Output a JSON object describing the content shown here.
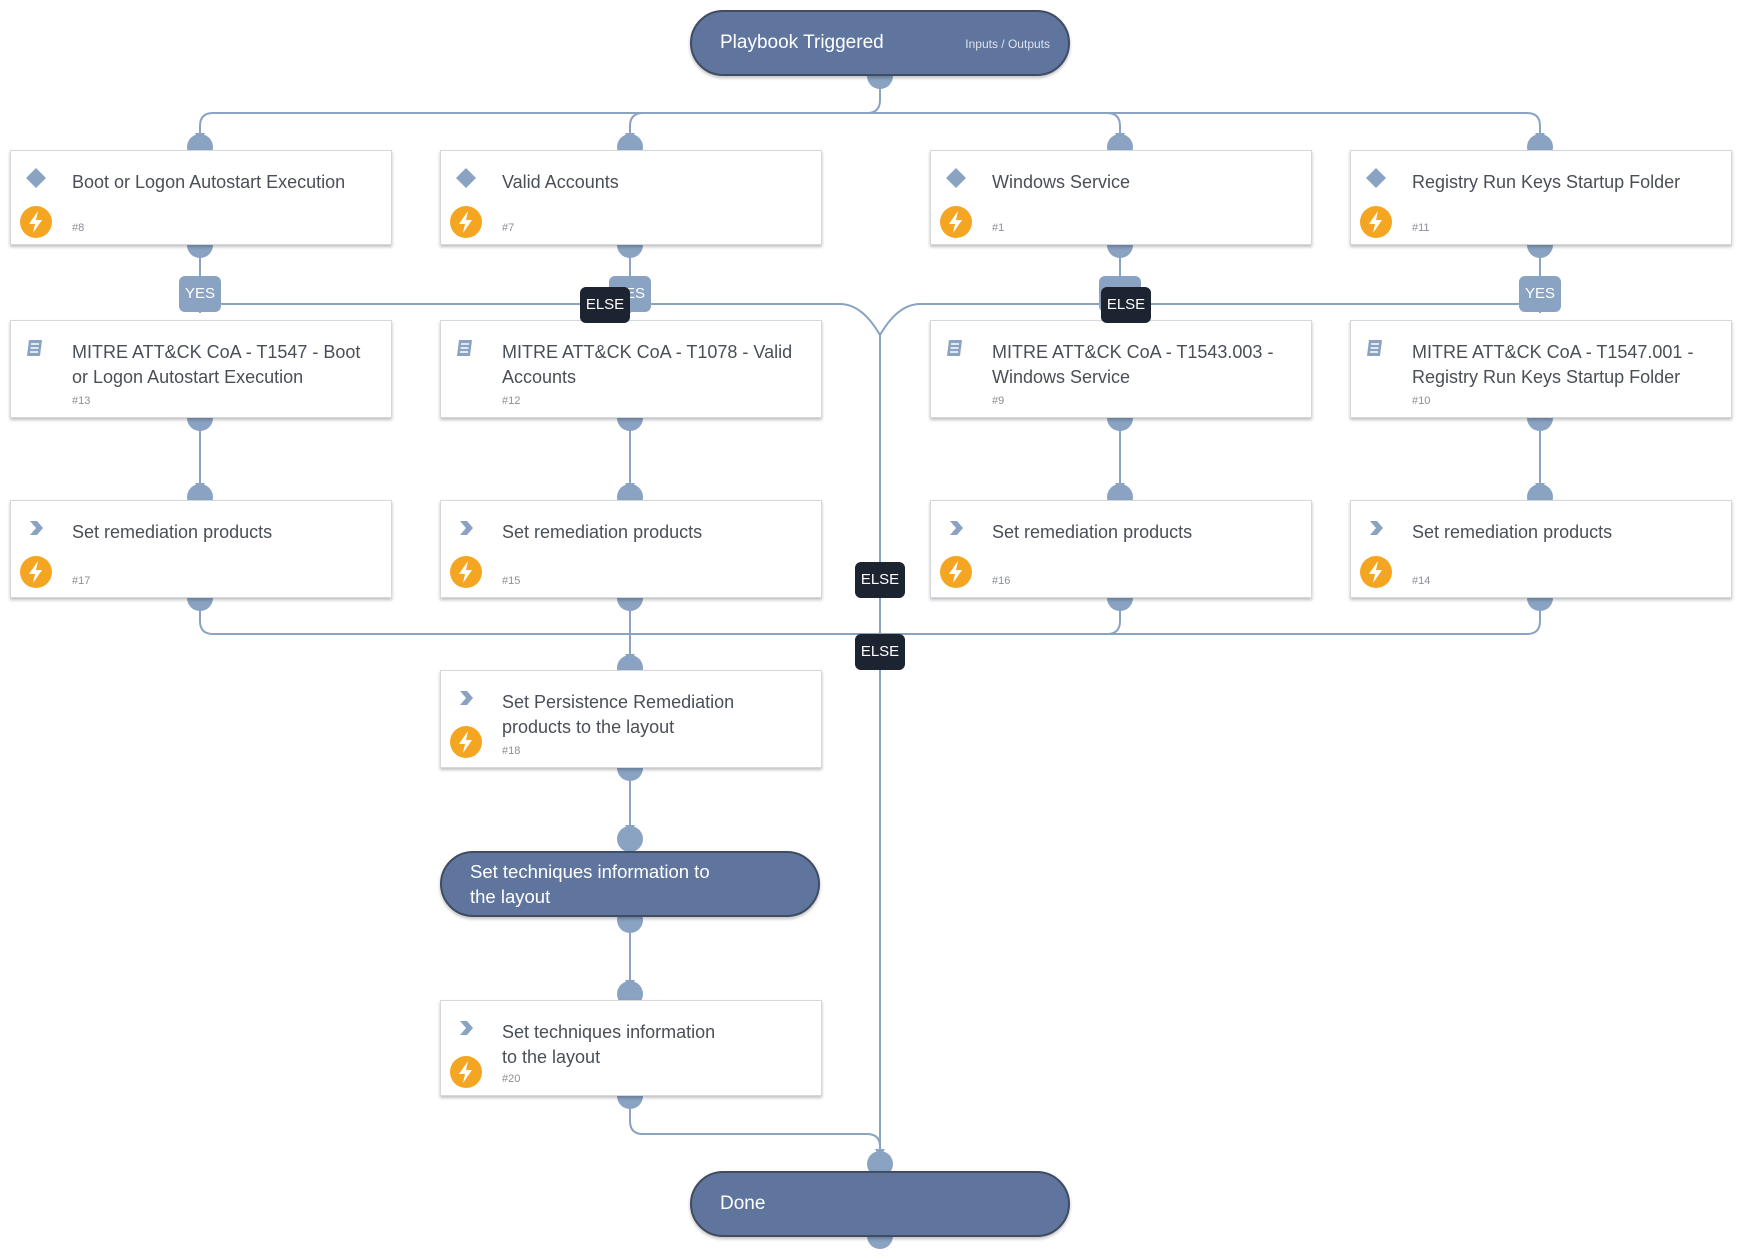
{
  "start": {
    "title": "Playbook Triggered",
    "link": "Inputs / Outputs"
  },
  "conditions": [
    {
      "title": "Boot or Logon Autostart Execution",
      "number": "#8"
    },
    {
      "title": "Valid Accounts",
      "number": "#7"
    },
    {
      "title": "Windows Service",
      "number": "#1"
    },
    {
      "title": "Registry Run Keys Startup Folder",
      "number": "#11"
    }
  ],
  "subplaybooks": [
    {
      "title": "MITRE ATT&CK CoA - T1547 - Boot or Logon Autostart Execution",
      "number": "#13"
    },
    {
      "title": "MITRE ATT&CK CoA - T1078 - Valid Accounts",
      "number": "#12"
    },
    {
      "title": "MITRE ATT&CK CoA - T1543.003 - Windows Service",
      "number": "#9"
    },
    {
      "title": "MITRE ATT&CK CoA - T1547.001 - Registry Run Keys Startup Folder",
      "number": "#10"
    }
  ],
  "remediation": [
    {
      "title": "Set remediation products",
      "number": "#17"
    },
    {
      "title": "Set remediation products",
      "number": "#15"
    },
    {
      "title": "Set remediation products",
      "number": "#16"
    },
    {
      "title": "Set remediation products",
      "number": "#14"
    }
  ],
  "persistence": {
    "title": "Set Persistence Remediation products to the layout",
    "number": "#18"
  },
  "section": {
    "title": "Set techniques information to the layout"
  },
  "techniques": {
    "title": "Set techniques information to the layout",
    "number": "#20"
  },
  "done": {
    "title": "Done"
  },
  "labels": {
    "yes": "YES",
    "else": "ELSE"
  },
  "colors": {
    "wire": "#8aa3c3",
    "pill": "#5f759e",
    "yes_tag": "#8aa3c3",
    "else_tag": "#1b2430",
    "bolt": "#f4a623"
  }
}
